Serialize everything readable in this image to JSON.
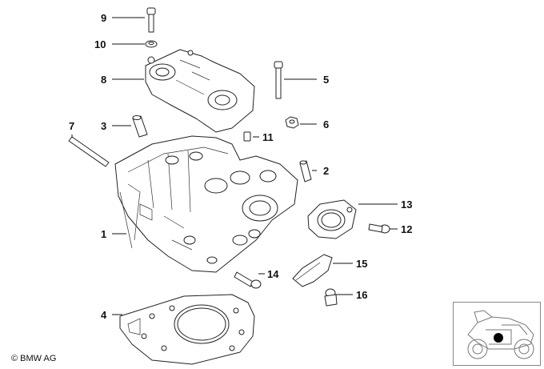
{
  "callouts": {
    "c1": "1",
    "c2": "2",
    "c3": "3",
    "c4": "4",
    "c5": "5",
    "c6": "6",
    "c7": "7",
    "c8": "8",
    "c9": "9",
    "c10": "10",
    "c11": "11",
    "c12": "12",
    "c13": "13",
    "c14": "14",
    "c15": "15",
    "c16": "16"
  },
  "copyright": "© BMW AG",
  "inset": {
    "icon": "motorcycle-locator-icon",
    "marker_color": "#000000"
  }
}
